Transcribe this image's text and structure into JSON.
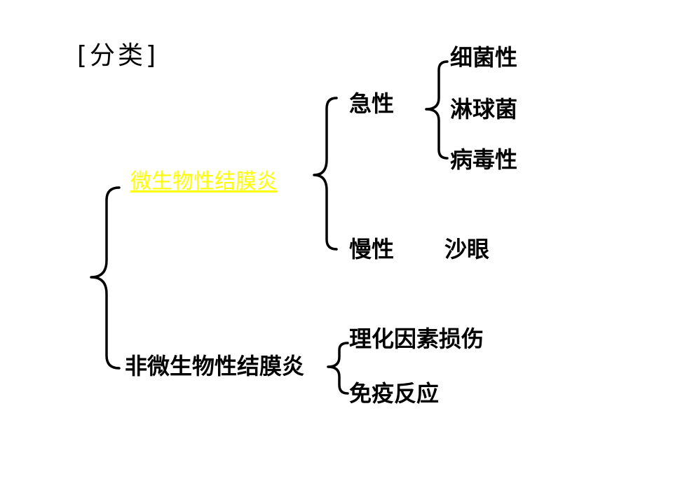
{
  "title": "[分类]",
  "tree": {
    "microbial": {
      "label": "微生物性结膜炎",
      "color": "#ffff00",
      "acute": {
        "label": "急性",
        "types": [
          "细菌性",
          "淋球菌",
          "病毒性"
        ]
      },
      "chronic": {
        "label": "慢性",
        "example": "沙眼"
      }
    },
    "non_microbial": {
      "label": "非微生物性结膜炎",
      "causes": [
        "理化因素损伤",
        "免疫反应"
      ]
    }
  }
}
